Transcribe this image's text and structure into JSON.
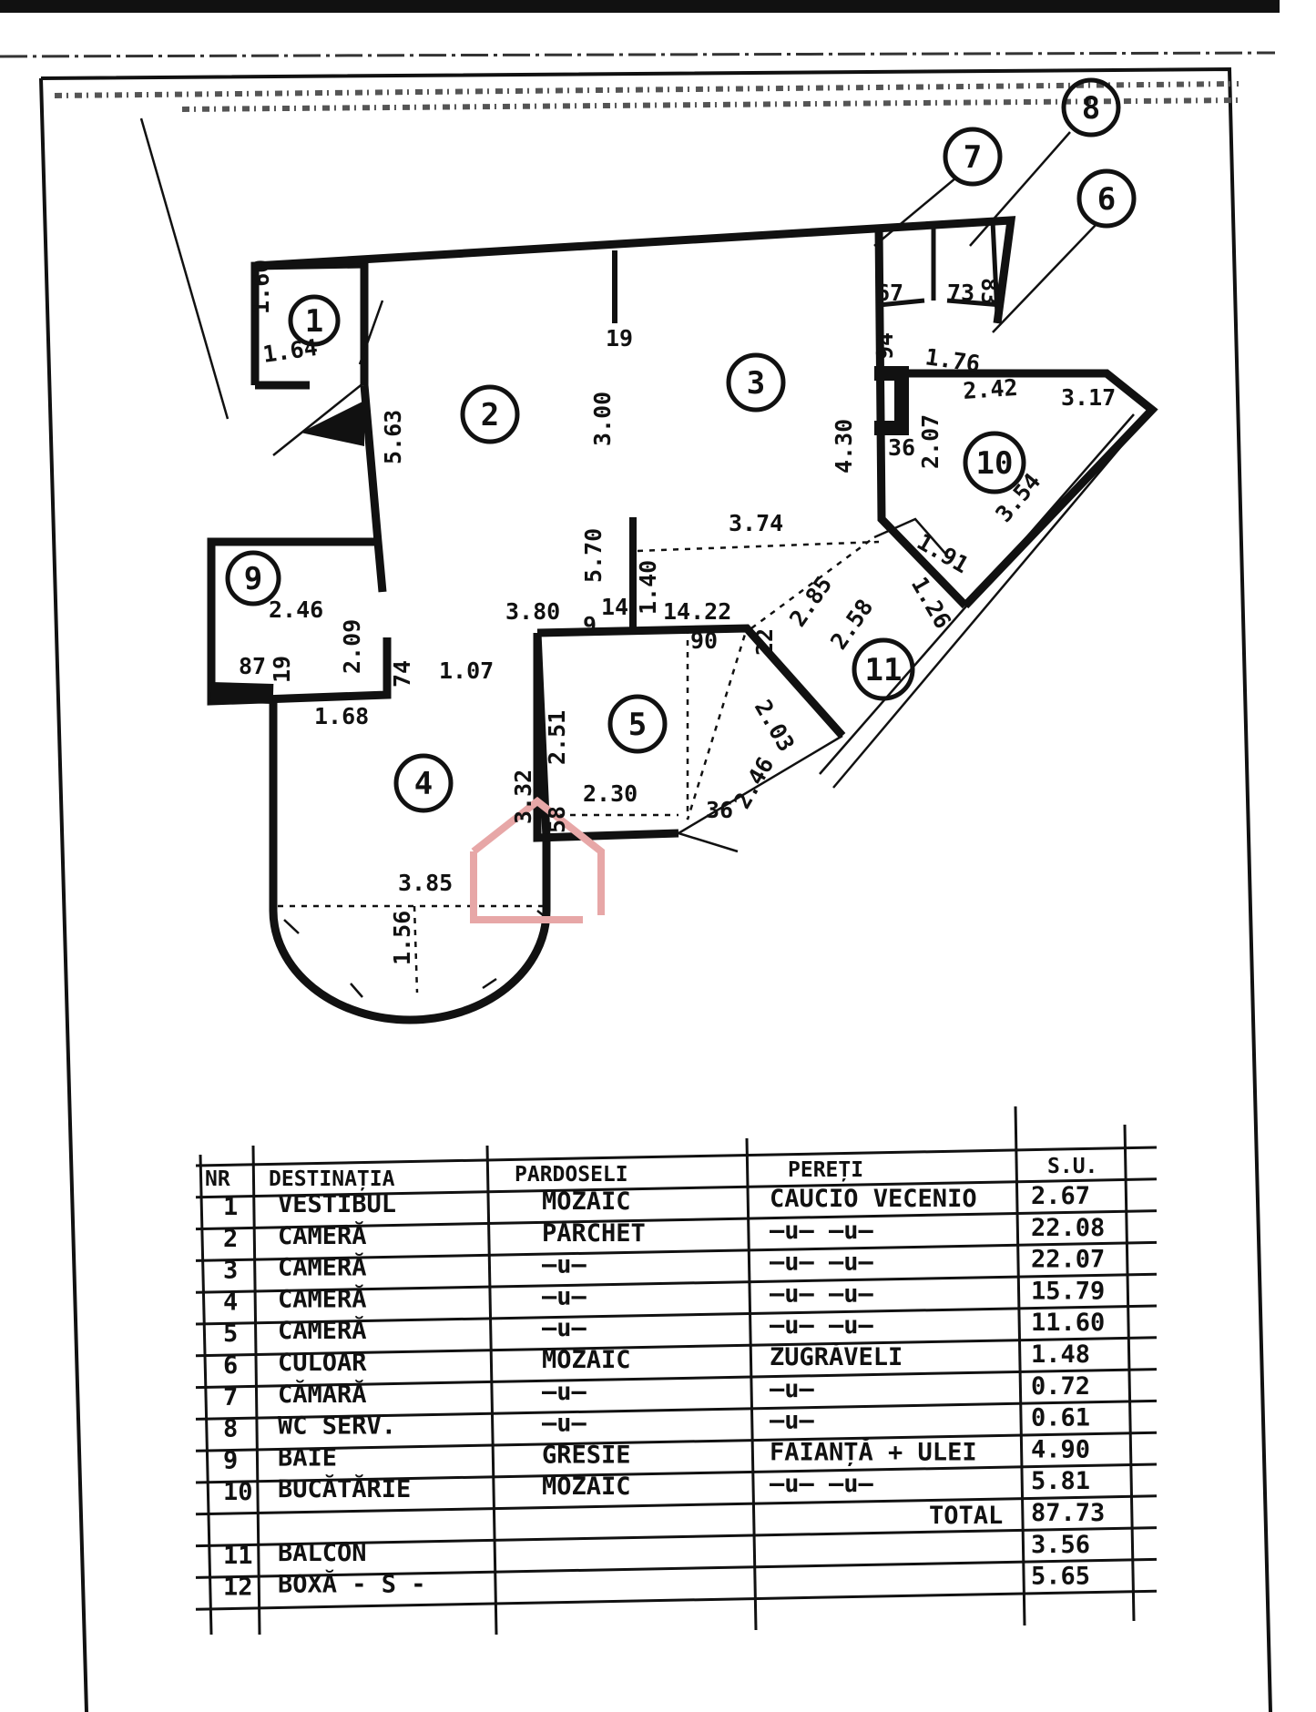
{
  "rooms": [
    {
      "num": "1"
    },
    {
      "num": "2"
    },
    {
      "num": "3"
    },
    {
      "num": "4"
    },
    {
      "num": "5"
    },
    {
      "num": "6"
    },
    {
      "num": "7"
    },
    {
      "num": "8"
    },
    {
      "num": "9"
    },
    {
      "num": "10"
    },
    {
      "num": "11"
    }
  ],
  "dimensions": [
    "1.60",
    "1.64",
    "5.63",
    "19",
    "3.00",
    "4.30",
    "67",
    "73",
    "83",
    "94",
    "1.76",
    "2.42",
    "3.17",
    "2.07",
    "36",
    "3.74",
    "5.70",
    "1.40",
    "14.22",
    "3.80",
    "90",
    "9",
    "14",
    "2.46",
    "2.09",
    "87",
    "19",
    "1.68",
    "74",
    "1.07",
    "2.51",
    "3.32",
    "2.30",
    "58",
    "36",
    "2.46",
    "2.03",
    "2.85",
    "2.58",
    "1.26",
    "1.91",
    "3.54",
    "3.85",
    "1.56",
    "22"
  ],
  "table": {
    "headers": [
      "NR",
      "DESTINAȚIA",
      "PARDOSELI",
      "PEREȚI",
      "S.U."
    ],
    "rows": [
      [
        "1",
        "VESTIBUL",
        "MOZAIC",
        "CAUCIO VECENIO",
        "2.67"
      ],
      [
        "2",
        "CAMERĂ",
        "PARCHET",
        "—u—     —u—",
        "22.08"
      ],
      [
        "3",
        "CAMERĂ",
        "—u—",
        "—u—     —u—",
        "22.07"
      ],
      [
        "4",
        "CAMERĂ",
        "—u—",
        "—u—     —u—",
        "15.79"
      ],
      [
        "5",
        "CAMERĂ",
        "—u—",
        "—u—     —u—",
        "11.60"
      ],
      [
        "6",
        "CULOAR",
        "MOZAIC",
        "ZUGRĂVELI",
        "1.48"
      ],
      [
        "7",
        "CĂMARĂ",
        "—u—",
        "—u—",
        "0.72"
      ],
      [
        "8",
        "WC SERV.",
        "—u—",
        "—u—",
        "0.61"
      ],
      [
        "9",
        "BAIE",
        "GRESIE",
        "FAIANȚĂ + ULEI",
        "4.90"
      ],
      [
        "10",
        "BUCĂTĂRIE",
        "MOZAIC",
        "—u—     —u—",
        "5.81"
      ],
      [
        "",
        "",
        "",
        "TOTAL",
        "87.73"
      ],
      [
        "11",
        "BALCON",
        "",
        "",
        "3.56"
      ],
      [
        "12",
        "BOXĂ - S -",
        "",
        "",
        "5.65"
      ]
    ]
  }
}
